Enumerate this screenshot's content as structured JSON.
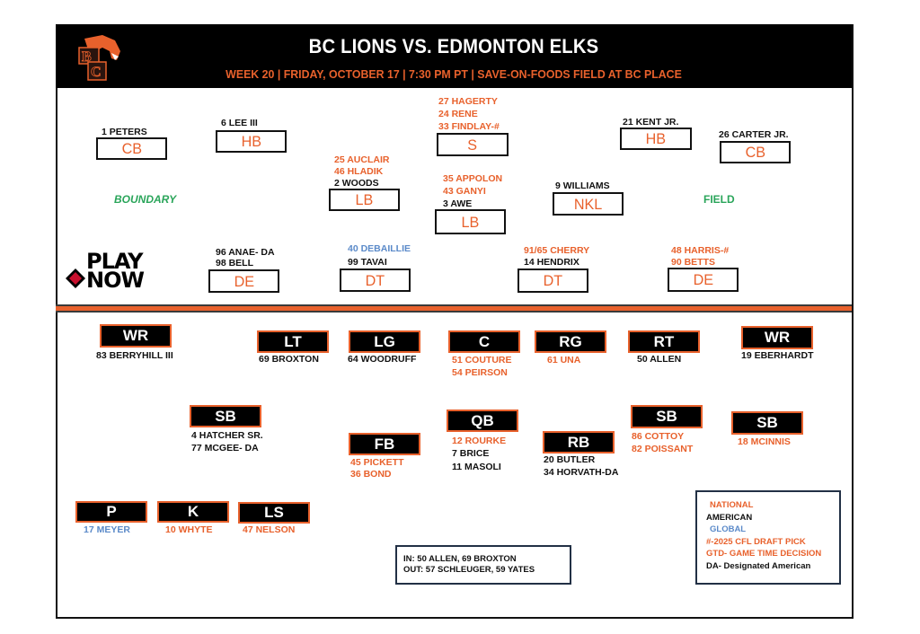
{
  "header": {
    "title": "BC LIONS VS. EDMONTON ELKS",
    "subtitle": "WEEK  20 | FRIDAY, OCTOBER 17 | 7:30 PM PT | SAVE-ON-FOODS FIELD AT BC PLACE",
    "logo": "bc-lions-logo"
  },
  "colors": {
    "national": "#e8612c",
    "american": "#111111",
    "global": "#5b8ac9",
    "side_label": "#2aa55a",
    "header_bg": "#000000"
  },
  "defense": {
    "side_labels": {
      "boundary": "BOUNDARY",
      "field": "FIELD"
    },
    "positions": {
      "cb_left": {
        "label": "CB",
        "players": [
          "1 PETERS"
        ]
      },
      "hb_left": {
        "label": "HB",
        "players": [
          "6 LEE III"
        ]
      },
      "s": {
        "label": "S",
        "players": [
          "27 HAGERTY",
          "24 RENE",
          "33 FINDLAY-#"
        ]
      },
      "hb_right": {
        "label": "HB",
        "players": [
          "21 KENT  JR."
        ]
      },
      "cb_right": {
        "label": "CB",
        "players": [
          "26 CARTER JR."
        ]
      },
      "lb_left": {
        "label": "LB",
        "players": [
          "25 AUCLAIR",
          "46 HLADIK",
          "2 WOODS"
        ]
      },
      "lb_mid": {
        "label": "LB",
        "players": [
          "35 APPOLON",
          "43 GANYI",
          "3 AWE"
        ]
      },
      "nkl": {
        "label": "NKL",
        "players": [
          "9 WILLIAMS"
        ]
      },
      "de_left": {
        "label": "DE",
        "players": [
          "96 ANAE- DA",
          "98 BELL"
        ]
      },
      "dt_left": {
        "label": "DT",
        "players": [
          "40 DEBAILLIE",
          "99 TAVAI"
        ]
      },
      "dt_right": {
        "label": "DT",
        "players": [
          "91/65 CHERRY",
          "14 HENDRIX"
        ]
      },
      "de_right": {
        "label": "DE",
        "players": [
          "48 HARRIS-#",
          "90 BETTS"
        ]
      }
    }
  },
  "sponsor": {
    "line1": "PLAY",
    "line2": "NOW"
  },
  "offense": {
    "positions": {
      "wr_left": {
        "label": "WR",
        "players": [
          "83 BERRYHILL  III"
        ]
      },
      "lt": {
        "label": "LT",
        "players": [
          "69 BROXTON"
        ]
      },
      "lg": {
        "label": "LG",
        "players": [
          "64 WOODRUFF"
        ]
      },
      "c": {
        "label": "C",
        "players": [
          "51 COUTURE",
          "54 PEIRSON"
        ]
      },
      "rg": {
        "label": "RG",
        "players": [
          "61 UNA"
        ]
      },
      "rt": {
        "label": "RT",
        "players": [
          "50 ALLEN"
        ]
      },
      "wr_right": {
        "label": "WR",
        "players": [
          "19 EBERHARDT"
        ]
      },
      "sb_left": {
        "label": "SB",
        "players": [
          "4 HATCHER SR.",
          "77 MCGEE- DA"
        ]
      },
      "fb": {
        "label": "FB",
        "players": [
          "45 PICKETT",
          "36 BOND"
        ]
      },
      "qb": {
        "label": "QB",
        "players": [
          "12 ROURKE",
          "7 BRICE",
          "11 MASOLI"
        ]
      },
      "rb": {
        "label": "RB",
        "players": [
          "20 BUTLER",
          "34 HORVATH-DA"
        ]
      },
      "sb_mid": {
        "label": "SB",
        "players": [
          "86 COTTOY",
          "82 POISSANT"
        ]
      },
      "sb_right": {
        "label": "SB",
        "players": [
          "18 MCINNIS"
        ]
      }
    }
  },
  "special_teams": {
    "p": {
      "label": "P",
      "players": [
        "17 MEYER"
      ]
    },
    "k": {
      "label": "K",
      "players": [
        "10 WHYTE"
      ]
    },
    "ls": {
      "label": "LS",
      "players": [
        "47 NELSON"
      ]
    }
  },
  "roster_changes": {
    "in": "IN: 50 ALLEN, 69 BROXTON",
    "out": "OUT: 57 SCHLEUGER, 59 YATES"
  },
  "legend": {
    "items": [
      "NATIONAL",
      "AMERICAN",
      "GLOBAL",
      "#-2025 CFL DRAFT PICK",
      "GTD- GAME TIME DECISION",
      "DA- Designated American"
    ]
  }
}
